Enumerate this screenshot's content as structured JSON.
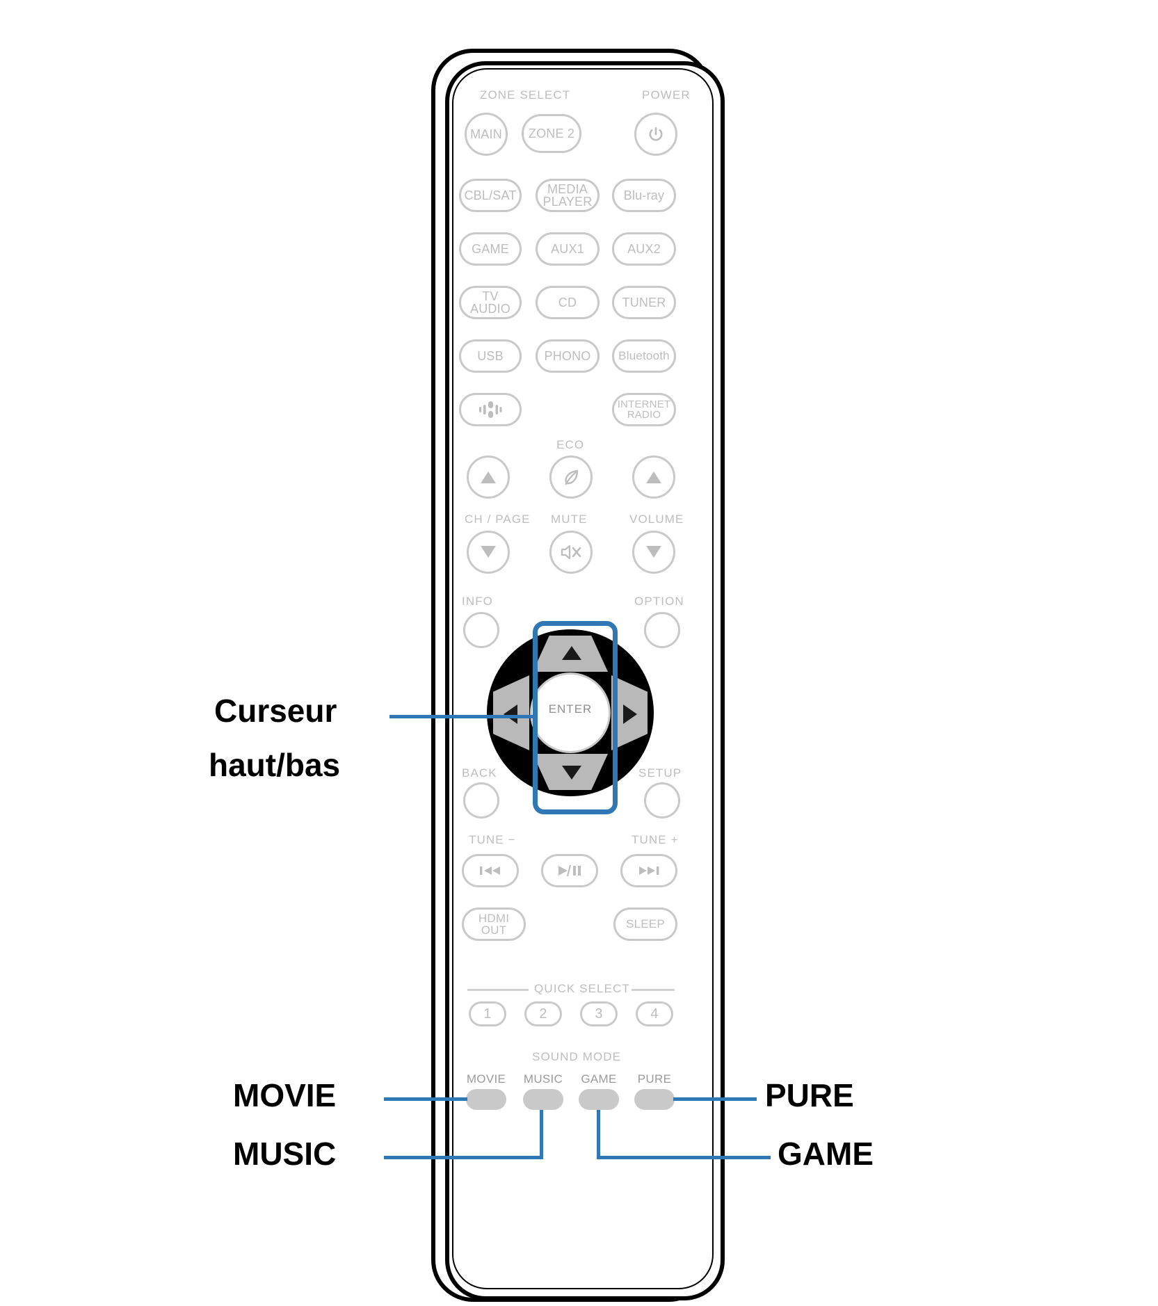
{
  "document": {
    "type": "remote-control-diagram",
    "language": "fr",
    "accent_color": "#2f77b5",
    "key_outline_color": "#c9c9c9",
    "key_text_color": "#bdbdbd"
  },
  "callouts": [
    {
      "id": "cursor",
      "line1": "Curseur",
      "line2": "haut/bas",
      "target": "cursor-up-down"
    },
    {
      "id": "movie",
      "label": "MOVIE",
      "target": "sound-mode-movie"
    },
    {
      "id": "music",
      "label": "MUSIC",
      "target": "sound-mode-music"
    },
    {
      "id": "pure",
      "label": "PURE",
      "target": "sound-mode-pure"
    },
    {
      "id": "game",
      "label": "GAME",
      "target": "sound-mode-game"
    }
  ],
  "remote": {
    "sections": {
      "zone_select_label": "ZONE SELECT",
      "power_label": "POWER",
      "eco_label": "ECO",
      "ch_page_label": "CH / PAGE",
      "mute_label": "MUTE",
      "volume_label": "VOLUME",
      "info_label": "INFO",
      "option_label": "OPTION",
      "back_label": "BACK",
      "setup_label": "SETUP",
      "tune_minus_label": "TUNE −",
      "tune_plus_label": "TUNE +",
      "quick_select_label": "QUICK SELECT",
      "sound_mode_label": "SOUND MODE",
      "enter_label": "ENTER"
    },
    "zone_buttons": [
      {
        "label": "MAIN",
        "shape": "circle"
      },
      {
        "label": "ZONE 2",
        "shape": "pill"
      }
    ],
    "power_button": {
      "icon": "power-icon"
    },
    "source_rows": [
      [
        {
          "label": "CBL/SAT"
        },
        {
          "label": "MEDIA\nPLAYER",
          "line1": "MEDIA",
          "line2": "PLAYER"
        },
        {
          "label": "Blu-ray"
        }
      ],
      [
        {
          "label": "GAME"
        },
        {
          "label": "AUX1"
        },
        {
          "label": "AUX2"
        }
      ],
      [
        {
          "label": "TV AUDIO"
        },
        {
          "label": "CD"
        },
        {
          "label": "TUNER"
        }
      ],
      [
        {
          "label": "USB"
        },
        {
          "label": "PHONO"
        },
        {
          "label": "Bluetooth"
        }
      ]
    ],
    "heos_button": {
      "icon": "heos-icon",
      "label": ""
    },
    "internet_radio_button": {
      "line1": "INTERNET",
      "line2": "RADIO"
    },
    "nav_cluster": {
      "ch_page_up": {
        "icon": "triangle-up-icon"
      },
      "ch_page_down": {
        "icon": "triangle-down-icon"
      },
      "eco_button": {
        "icon": "leaf-icon"
      },
      "mute_button": {
        "icon": "mute-speaker-icon"
      },
      "volume_up": {
        "icon": "triangle-up-icon"
      },
      "volume_down": {
        "icon": "triangle-down-icon"
      }
    },
    "cursor_pad": {
      "up": "cursor-up",
      "down": "cursor-down",
      "left": "cursor-left",
      "right": "cursor-right",
      "enter": "ENTER"
    },
    "transport": [
      {
        "label": "",
        "icon": "previous-track-icon"
      },
      {
        "label": "",
        "icon": "play-pause-icon"
      },
      {
        "label": "",
        "icon": "next-track-icon"
      }
    ],
    "hdmi_out_button": {
      "line1": "HDMI",
      "line2": "OUT"
    },
    "sleep_button": {
      "label": "SLEEP"
    },
    "quick_select_buttons": [
      {
        "label": "1"
      },
      {
        "label": "2"
      },
      {
        "label": "3"
      },
      {
        "label": "4"
      }
    ],
    "sound_mode_buttons": [
      {
        "label": "MOVIE"
      },
      {
        "label": "MUSIC"
      },
      {
        "label": "GAME"
      },
      {
        "label": "PURE"
      }
    ]
  }
}
